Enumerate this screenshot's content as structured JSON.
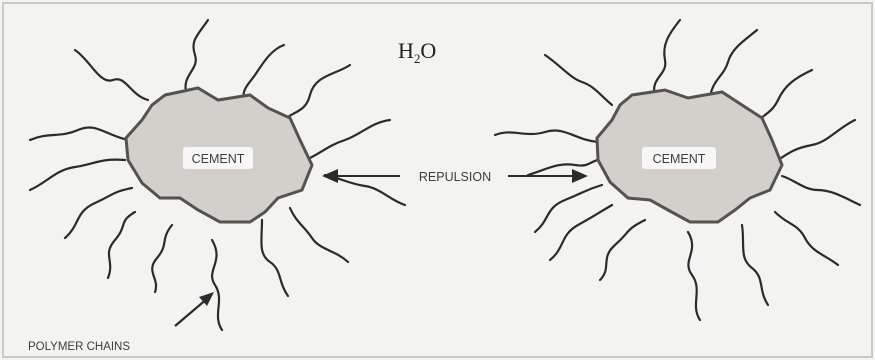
{
  "water": {
    "main": "H",
    "sub": "2",
    "tail": "O"
  },
  "particles": [
    {
      "label": "CEMENT"
    },
    {
      "label": "CEMENT"
    }
  ],
  "force_label": "REPULSION",
  "chain_label": "POLYMER CHAINS",
  "colors": {
    "background": "#f3f3f2",
    "frame": "#c9c9c9",
    "cement_fill": "#d3d0cb",
    "cement_outline": "#555250",
    "ink": "#2b2b2b"
  }
}
